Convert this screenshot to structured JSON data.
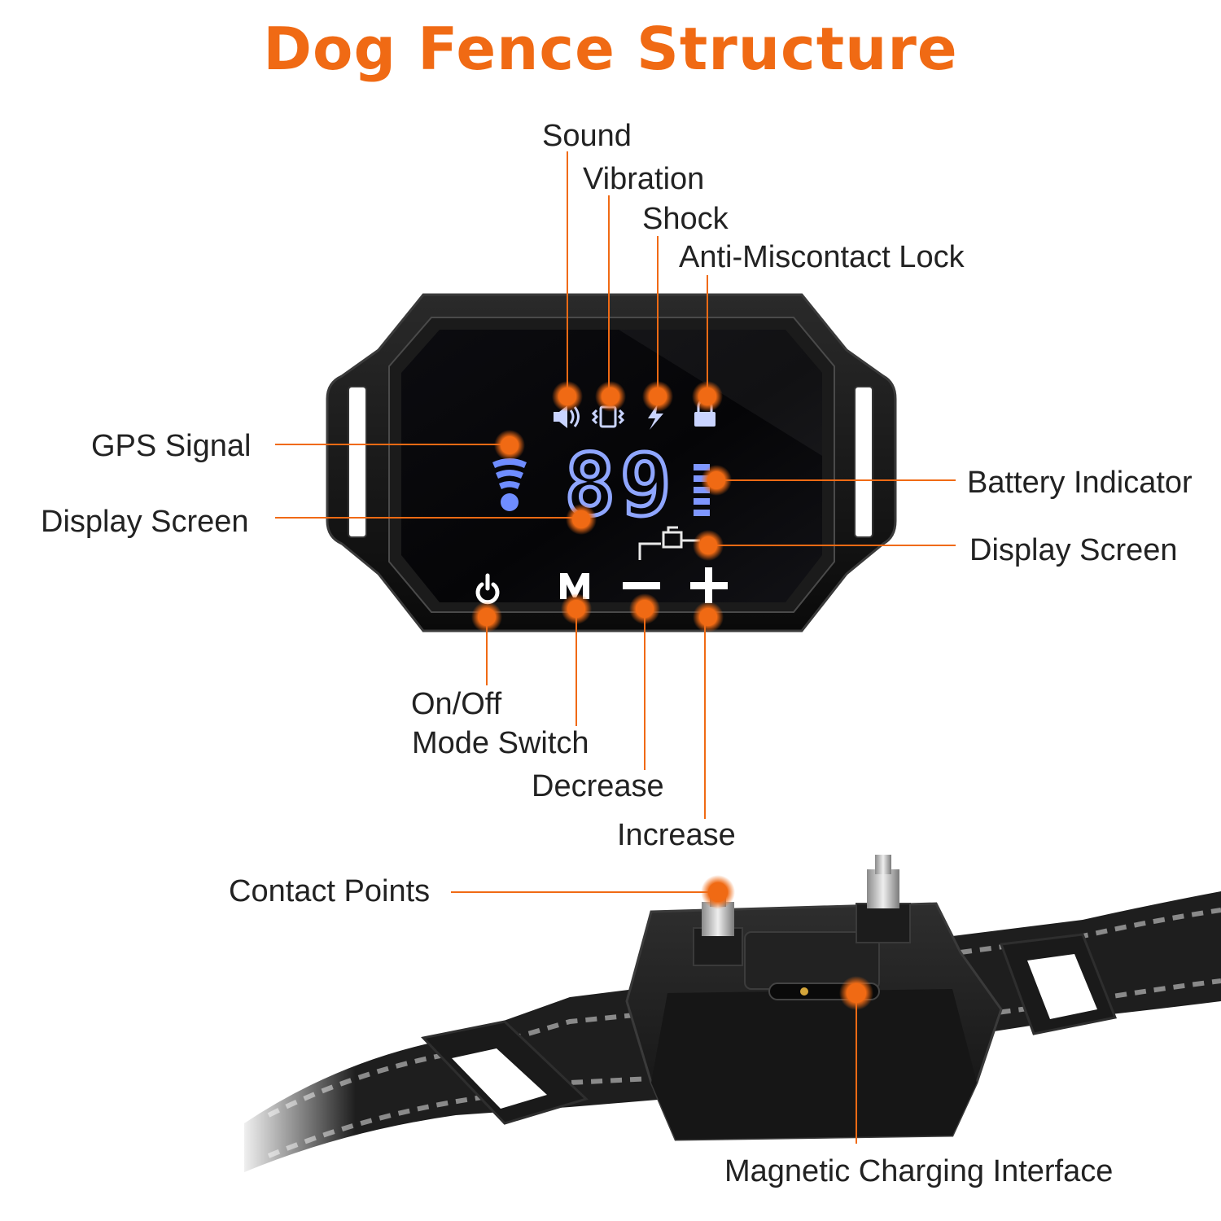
{
  "title": "Dog Fence Structure",
  "accent_color": "#f06a14",
  "display": {
    "digits": "89"
  },
  "callouts": {
    "sound": "Sound",
    "vibration": "Vibration",
    "shock": "Shock",
    "lock": "Anti-Miscontact Lock",
    "gps": "GPS Signal",
    "display_left": "Display Screen",
    "battery": "Battery Indicator",
    "display_right": "Display Screen",
    "onoff": "On/Off",
    "mode": "Mode Switch",
    "decrease": "Decrease",
    "increase": "Increase",
    "contact": "Contact Points",
    "charging": "Magnetic Charging Interface"
  },
  "icons": [
    "speaker-icon",
    "vibration-icon",
    "lightning-icon",
    "lock-icon",
    "gps-signal-icon",
    "battery-icon",
    "power-icon",
    "mode-icon",
    "minus-icon",
    "plus-icon"
  ]
}
